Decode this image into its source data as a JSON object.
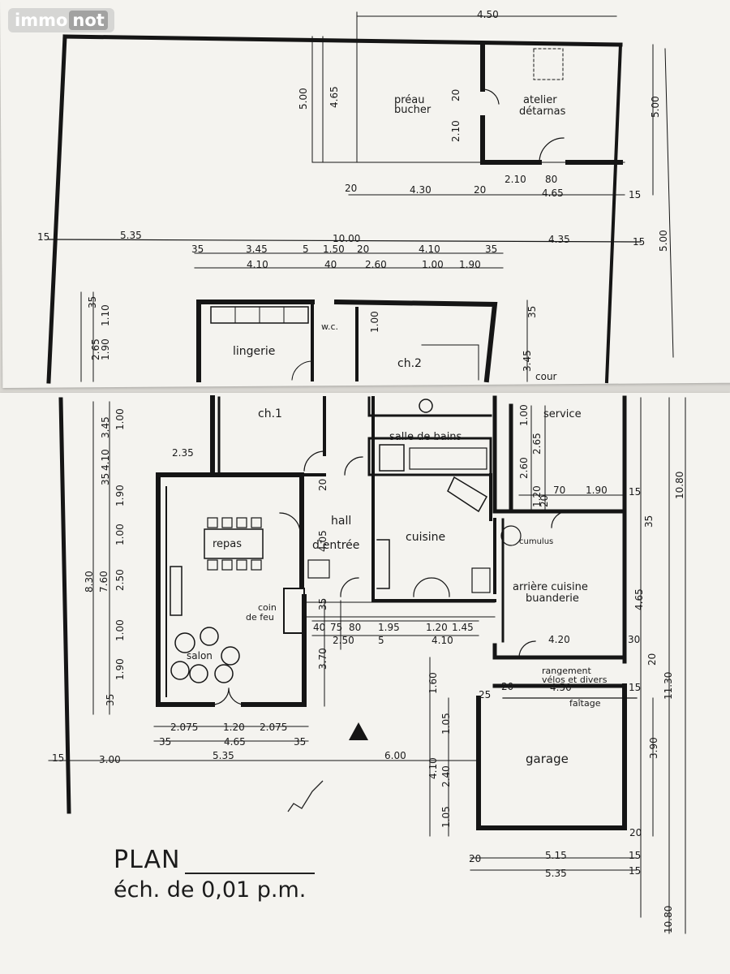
{
  "watermark": {
    "part1": "immo",
    "part2": "not"
  },
  "rooms": {
    "preau": "préau",
    "bucher": "bucher",
    "atelier": "atelier",
    "detarnas": "détarnas",
    "lingerie": "lingerie",
    "wc": "w.c.",
    "ch2": "ch.2",
    "ch1": "ch.1",
    "cour": "cour",
    "service": "service",
    "salle_de_bains": "salle de bains",
    "hall": "hall",
    "entree": "d'entrée",
    "cuisine": "cuisine",
    "repas": "repas",
    "coin": "coin",
    "de_feu": "de feu",
    "salon": "salon",
    "cumulus": "cumulus",
    "arriere_cuisine": "arrière cuisine",
    "buanderie": "buanderie",
    "rangement": "rangement",
    "velos": "vélos et divers",
    "faitage": "faîtage",
    "garage": "garage"
  },
  "title": {
    "plan": "PLAN",
    "scale": "éch. de 0,01 p.m."
  },
  "dims": {
    "d450": "4.50",
    "d500a": "5.00",
    "d465a": "4.65",
    "d500b": "5.00",
    "d20a": "20",
    "d210a": "2.10",
    "d20b": "20",
    "d430": "4.30",
    "d20c": "20",
    "d210b": "2.10",
    "d80a": "80",
    "d465b": "4.65",
    "d15a": "15",
    "d15b": "15",
    "d535a": "5.35",
    "d1000": "10.00",
    "d435": "4.35",
    "d15c": "15",
    "d500c": "5.00",
    "d35a": "35",
    "d345a": "3.45",
    "d5a": "5",
    "d150": "1.50",
    "d20d": "20",
    "d410a": "4.10",
    "d35b": "35",
    "d410b": "4.10",
    "d40a": "40",
    "d260a": "2.60",
    "d100a": "1.00",
    "d190a": "1.90",
    "d35c": "35",
    "d110a": "1.10",
    "d265a": "2.65",
    "d190b": "1.90",
    "d100b": "1.00",
    "d35d": "35",
    "d345b": "3.45",
    "d345c": "3.45",
    "d410c": "4.10",
    "d100c": "1.00",
    "d235": "2.35",
    "d35e": "35",
    "d190c": "1.90",
    "d100d": "1.00",
    "d250a": "2.50",
    "d100e": "1.00",
    "d190d": "1.90",
    "d35f": "35",
    "d830": "8.30",
    "d760": "7.60",
    "d100f": "1.00",
    "d265b": "2.65",
    "d260b": "2.60",
    "d120a": "1.20",
    "d20e": "20",
    "d70": "70",
    "d190e": "1.90",
    "d15d": "15",
    "d405": "4.05",
    "d20f": "20",
    "d35g": "35",
    "d40b": "40",
    "d75": "75",
    "d80b": "80",
    "d195": "1.95",
    "d120b": "1.20",
    "d145": "1.45",
    "d250b": "2.50",
    "d5b": "5",
    "d410d": "4.10",
    "d370": "3.70",
    "d420": "4.20",
    "d30": "30",
    "d20g": "20",
    "d450b": "4.50",
    "d15e": "15",
    "d465c": "4.65",
    "d1130": "11.30",
    "d1080a": "10.80",
    "d35h": "35",
    "d20h": "20",
    "d0725a": "2.075",
    "d120c": "1.20",
    "d2075b": "2.075",
    "d465d": "4.65",
    "d35i": "35",
    "d35j": "35",
    "d15f": "15",
    "d300": "3.00",
    "d535b": "5.35",
    "d600": "6.00",
    "d160": "1.60",
    "d105a": "1.05",
    "d410e": "4.10",
    "d240": "2.40",
    "d105b": "1.05",
    "d25": "25",
    "d390": "3.90",
    "d20i": "20",
    "d20j": "20",
    "d515": "5.15",
    "d15g": "15",
    "d535c": "5.35",
    "d15h": "15",
    "d1080b": "10.80"
  }
}
